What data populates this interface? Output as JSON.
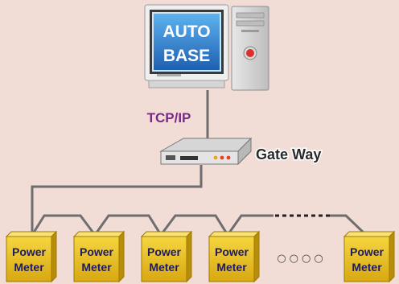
{
  "monitor": {
    "screen_line1": "AUTO",
    "screen_line2": "BASE"
  },
  "links": {
    "tcp_label": "TCP/IP"
  },
  "gateway": {
    "label": "Gate Way"
  },
  "meters": [
    {
      "line1": "Power",
      "line2": "Meter"
    },
    {
      "line1": "Power",
      "line2": "Meter"
    },
    {
      "line1": "Power",
      "line2": "Meter"
    },
    {
      "line1": "Power",
      "line2": "Meter"
    },
    {
      "line1": "Power",
      "line2": "Meter"
    }
  ],
  "ellipsis": "○○○○",
  "colors": {
    "background": "#f2dcd6",
    "tcp_label": "#7a2a86",
    "meter_fill": "#e7c21b",
    "meter_text": "#1a1a6e",
    "screen": "#2f7fd0",
    "wire": "#6e6e6e"
  }
}
